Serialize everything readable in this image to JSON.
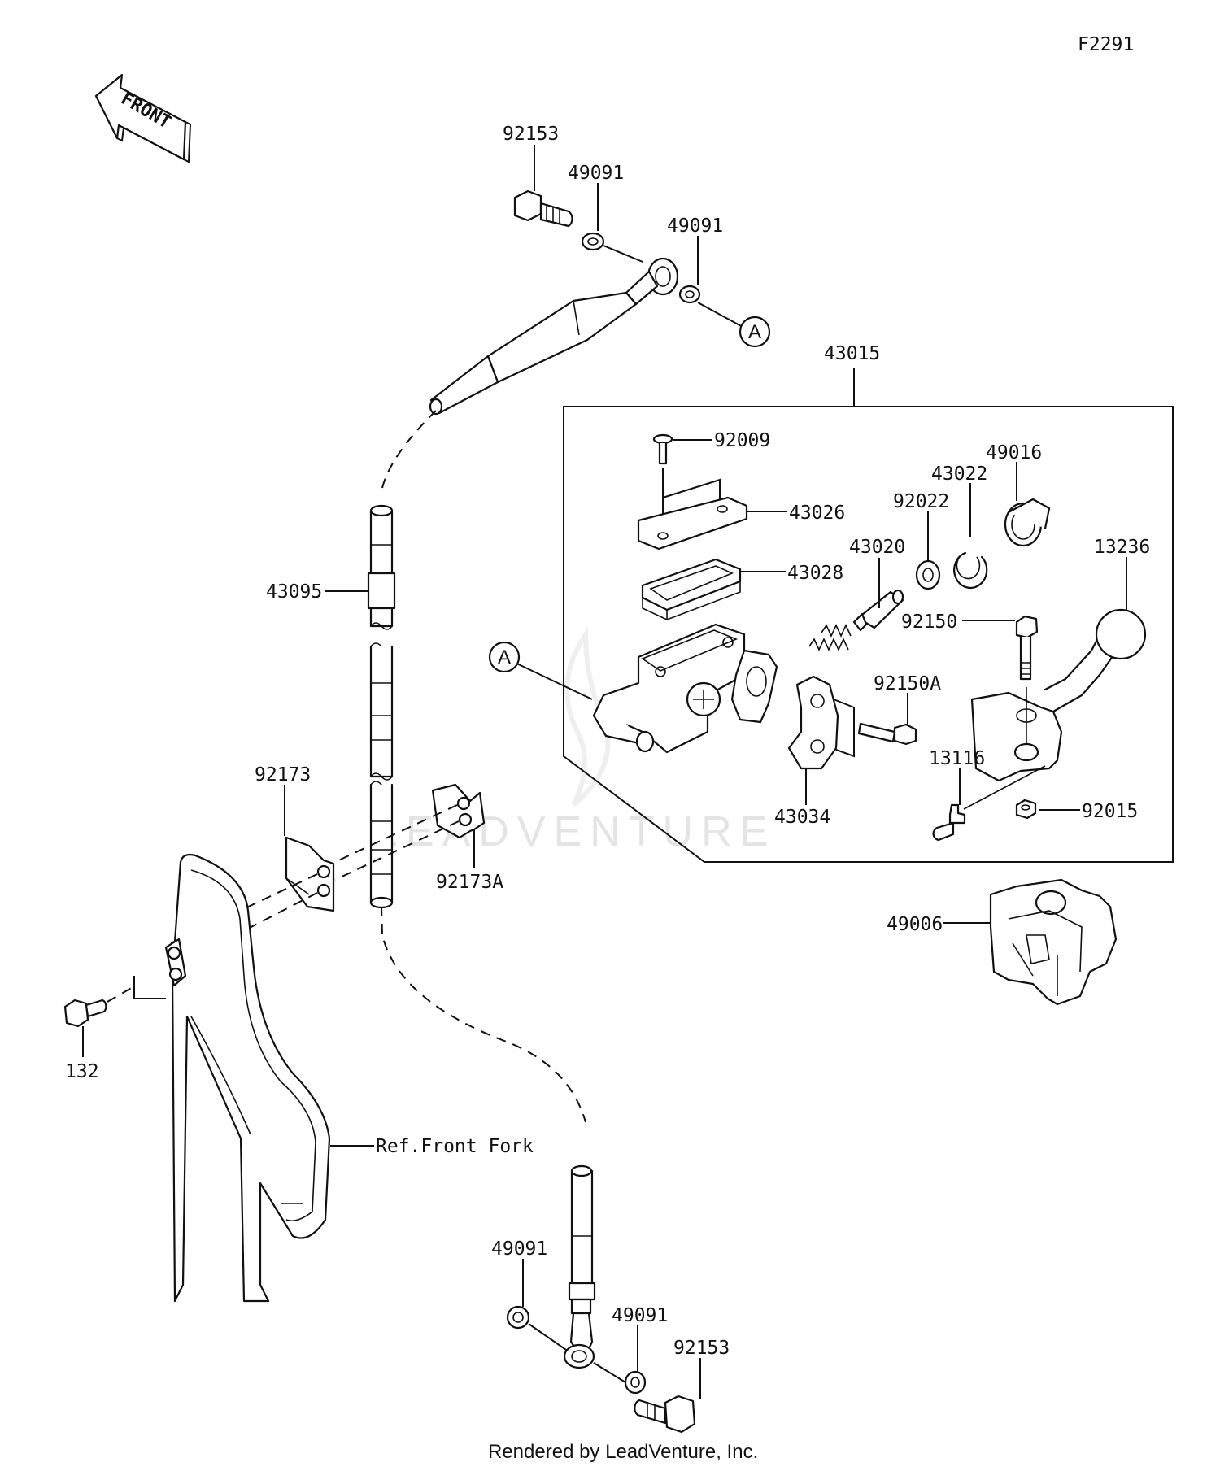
{
  "diagram_code": "F2291",
  "front_arrow": {
    "text": "FRONT",
    "icon": "front-arrow-icon"
  },
  "callout_letter": "A",
  "assembly_number": "43015",
  "reference_label": "Ref.Front Fork",
  "watermark": "LEADVENTURE",
  "footer": "Rendered by LeadVenture, Inc.",
  "part_labels": {
    "bolt_top": "92153",
    "washer_top_1": "49091",
    "washer_top_2": "49091",
    "hose": "43095",
    "bracket_left": "92173",
    "bracket_right": "92173A",
    "bolt_fork": "132",
    "washer_bottom_1": "49091",
    "washer_bottom_2": "49091",
    "bolt_bottom": "92153",
    "screw_cap": "92009",
    "cap": "43026",
    "diaphragm": "43028",
    "piston": "43020",
    "washer_piston": "92022",
    "circlip": "43022",
    "boot": "49016",
    "lever": "13236",
    "bolt_lever": "92150",
    "bolt_clamp": "92150A",
    "pin_lever": "13116",
    "nut_lever": "92015",
    "clamp": "43034",
    "lever_guard": "49006"
  }
}
